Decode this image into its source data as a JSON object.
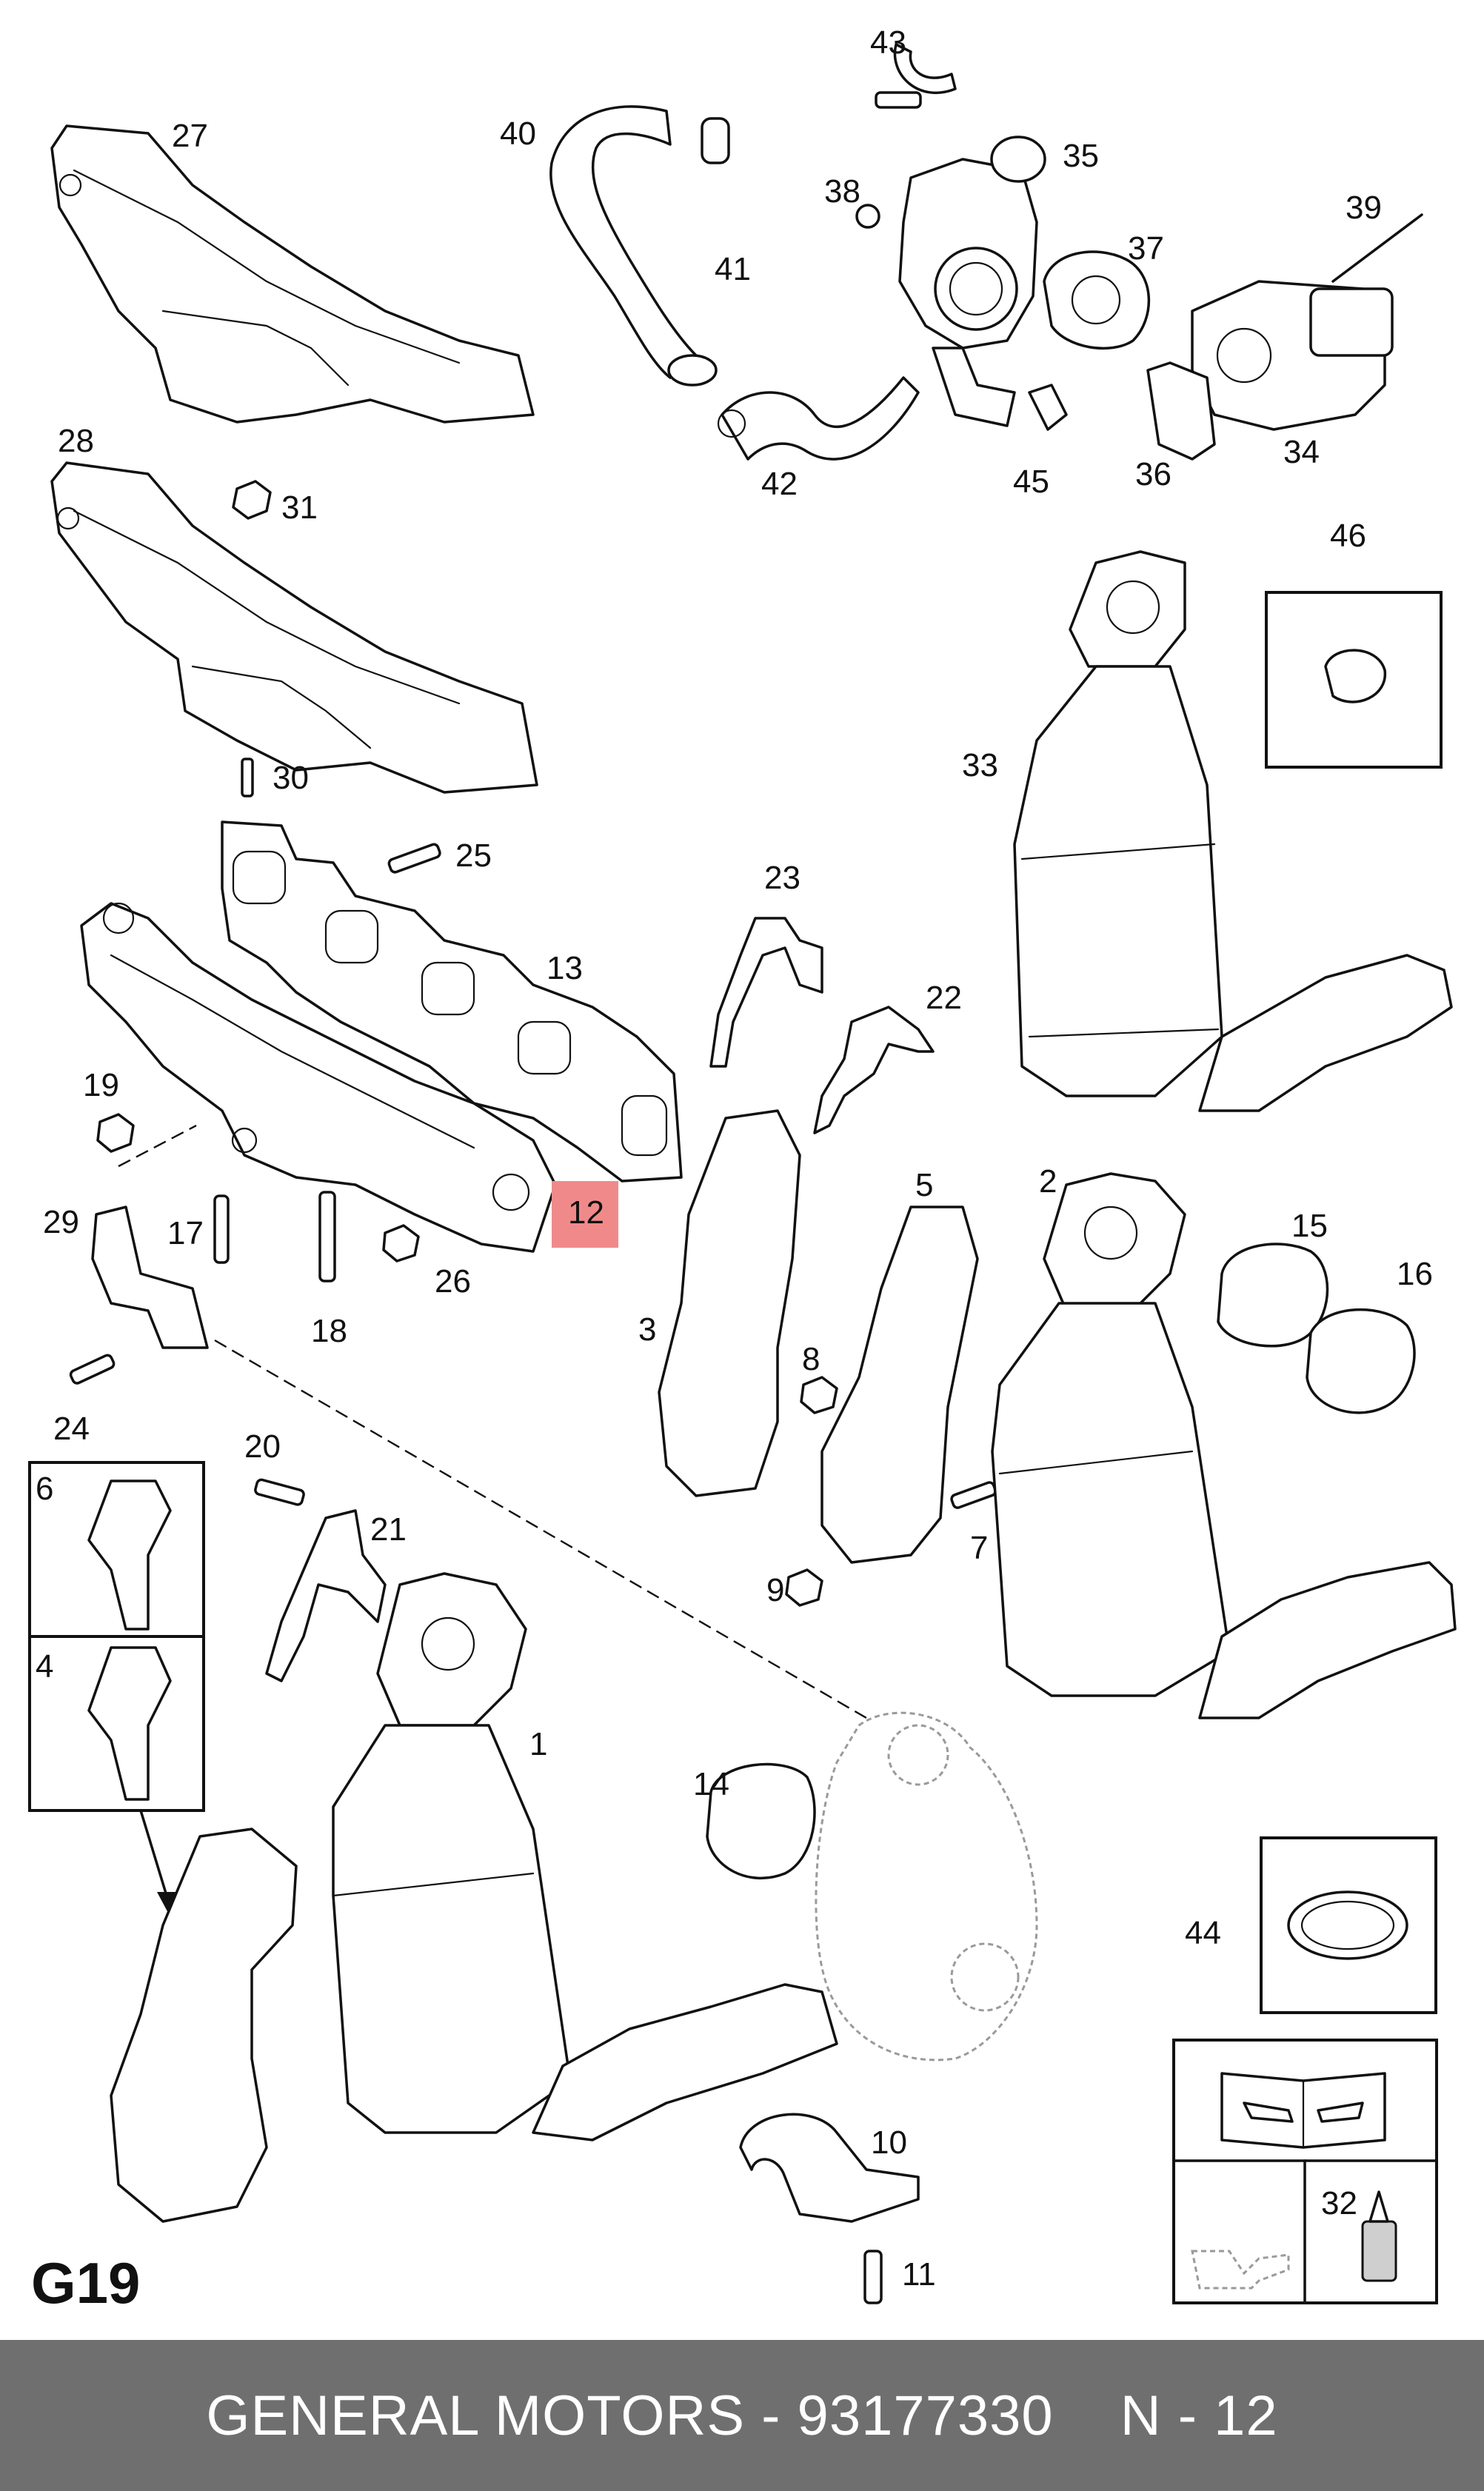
{
  "diagram": {
    "page_code": "G19",
    "callouts": [
      "1",
      "2",
      "3",
      "4",
      "5",
      "6",
      "7",
      "8",
      "9",
      "10",
      "11",
      "12",
      "13",
      "14",
      "15",
      "16",
      "17",
      "18",
      "19",
      "20",
      "21",
      "22",
      "23",
      "24",
      "25",
      "26",
      "27",
      "28",
      "29",
      "30",
      "31",
      "32",
      "33",
      "34",
      "35",
      "36",
      "37",
      "38",
      "39",
      "40",
      "41",
      "42",
      "43",
      "44",
      "45",
      "46"
    ],
    "highlighted_callout": "12",
    "highlight_color": "#f08a8a"
  },
  "footer": {
    "brand_part": "GENERAL MOTORS - 93177330",
    "item": "N - 12",
    "background_color": "#6f6f6f"
  }
}
